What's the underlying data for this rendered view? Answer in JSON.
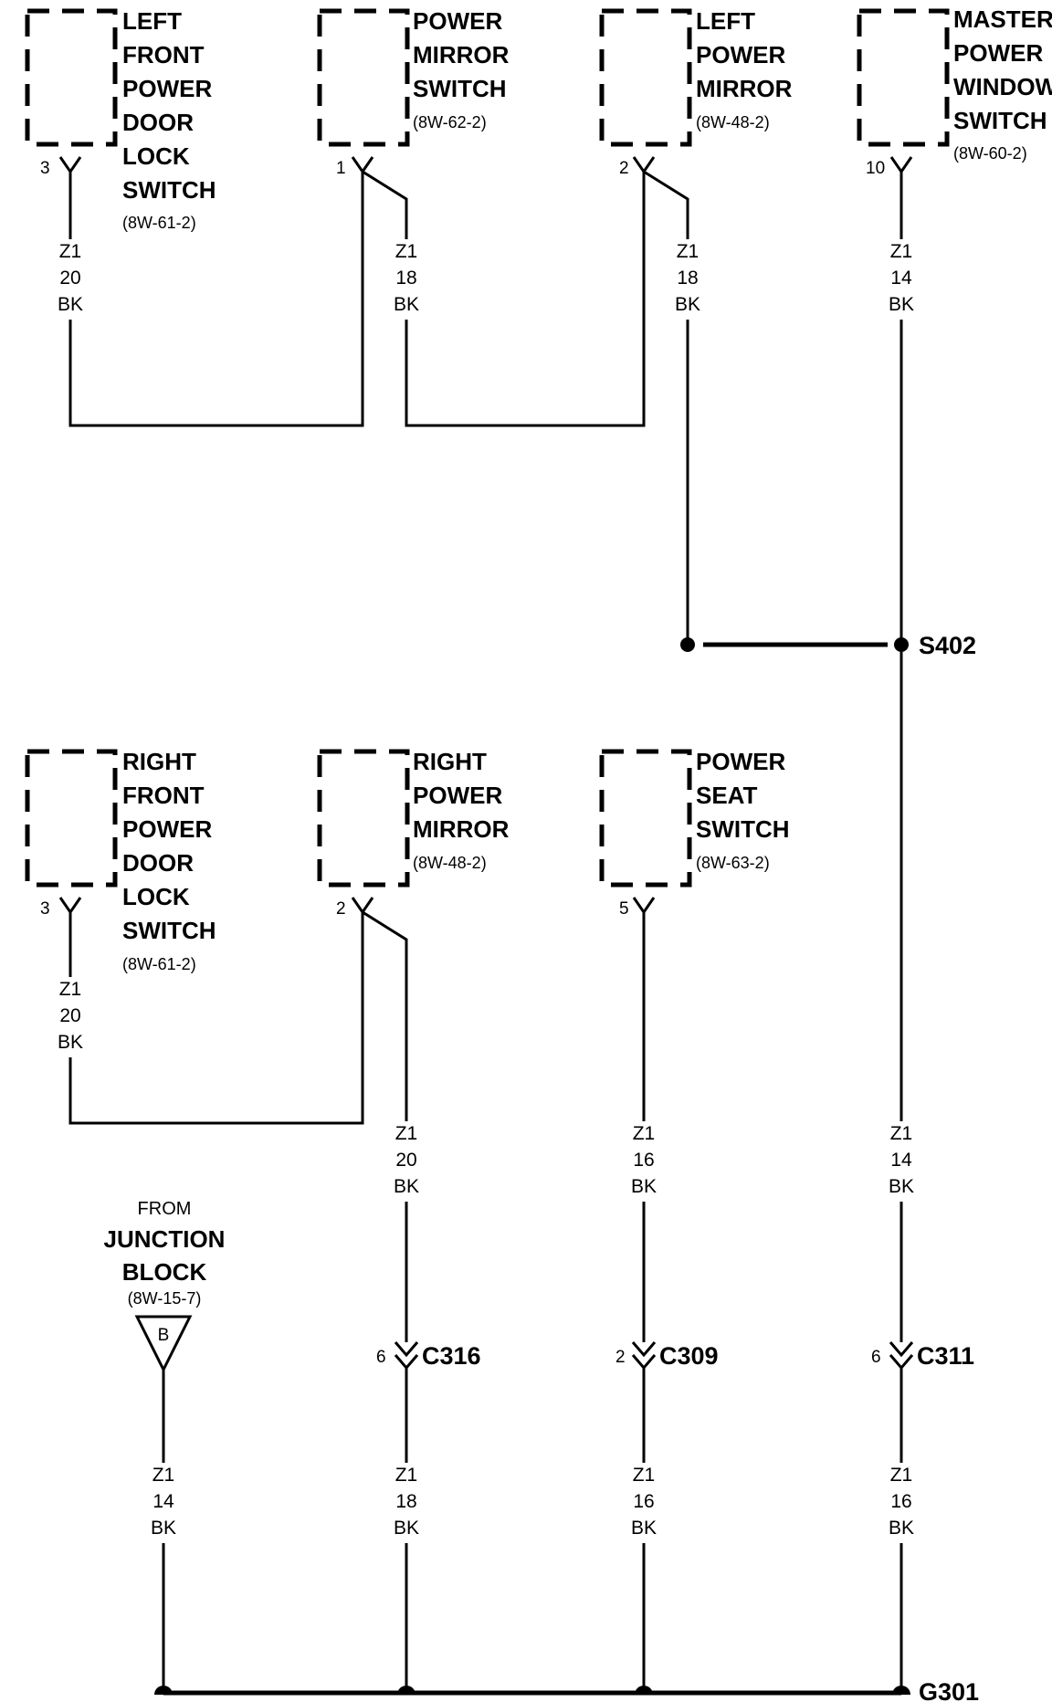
{
  "components": {
    "left_front_power_door_lock_switch": {
      "lines": [
        "LEFT",
        "FRONT",
        "POWER",
        "DOOR",
        "LOCK",
        "SWITCH"
      ],
      "ref": "(8W-61-2)",
      "pin": "3"
    },
    "power_mirror_switch": {
      "lines": [
        "POWER",
        "MIRROR",
        "SWITCH"
      ],
      "ref": "(8W-62-2)",
      "pin": "1"
    },
    "left_power_mirror": {
      "lines": [
        "LEFT",
        "POWER",
        "MIRROR"
      ],
      "ref": "(8W-48-2)",
      "pin": "2"
    },
    "master_power_window_switch": {
      "lines": [
        "MASTER",
        "POWER",
        "WINDOW",
        "SWITCH"
      ],
      "ref": "(8W-60-2)",
      "pin": "10"
    },
    "right_front_power_door_lock_switch": {
      "lines": [
        "RIGHT",
        "FRONT",
        "POWER",
        "DOOR",
        "LOCK",
        "SWITCH"
      ],
      "ref": "(8W-61-2)",
      "pin": "3"
    },
    "right_power_mirror": {
      "lines": [
        "RIGHT",
        "POWER",
        "MIRROR"
      ],
      "ref": "(8W-48-2)",
      "pin": "2"
    },
    "power_seat_switch": {
      "lines": [
        "POWER",
        "SEAT",
        "SWITCH"
      ],
      "ref": "(8W-63-2)",
      "pin": "5"
    }
  },
  "wires": {
    "w_lfdl": [
      "Z1",
      "20",
      "BK"
    ],
    "w_pms": [
      "Z1",
      "18",
      "BK"
    ],
    "w_lpm": [
      "Z1",
      "18",
      "BK"
    ],
    "w_mpws": [
      "Z1",
      "14",
      "BK"
    ],
    "w_rfdl": [
      "Z1",
      "20",
      "BK"
    ],
    "w_rpm": [
      "Z1",
      "20",
      "BK"
    ],
    "w_pss": [
      "Z1",
      "16",
      "BK"
    ],
    "w_s402_down": [
      "Z1",
      "14",
      "BK"
    ],
    "w_jb": [
      "Z1",
      "14",
      "BK"
    ],
    "w_c316": [
      "Z1",
      "18",
      "BK"
    ],
    "w_c309": [
      "Z1",
      "16",
      "BK"
    ],
    "w_c311": [
      "Z1",
      "16",
      "BK"
    ]
  },
  "splice": {
    "label": "S402"
  },
  "ground": {
    "label": "G301"
  },
  "connectors": {
    "c316": {
      "label": "C316",
      "pin": "6"
    },
    "c309": {
      "label": "C309",
      "pin": "2"
    },
    "c311": {
      "label": "C311",
      "pin": "6"
    }
  },
  "junction_block": {
    "from": "FROM",
    "lines": [
      "JUNCTION",
      "BLOCK"
    ],
    "ref": "(8W-15-7)",
    "cavity": "B"
  },
  "colors": {
    "ink": "#000000",
    "background": "#ffffff"
  }
}
